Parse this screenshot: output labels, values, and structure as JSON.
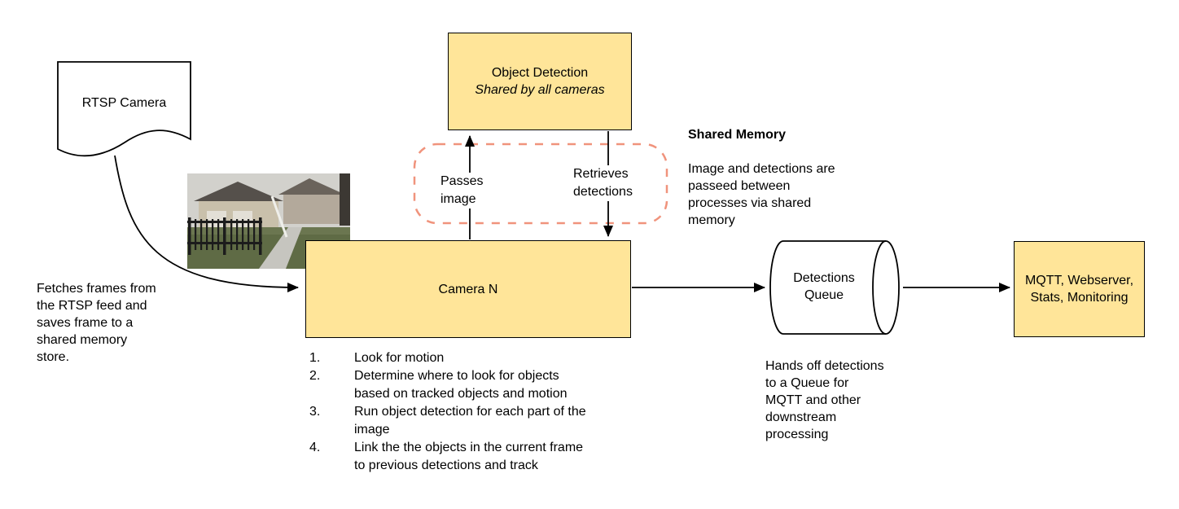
{
  "diagram": {
    "colors": {
      "node_fill": "#ffe599",
      "node_border": "#000000",
      "shared_memory_dash": "#f0937c"
    },
    "rtsp_camera": {
      "label": "RTSP Camera"
    },
    "object_detection": {
      "title": "Object Detection",
      "subtitle": "Shared by all cameras"
    },
    "camera_n": {
      "label": "Camera N"
    },
    "detections_queue": {
      "label": "Detections\nQueue"
    },
    "outputs": {
      "label": "MQTT, Webserver,\nStats, Monitoring"
    },
    "edges": {
      "passes_image": "Passes image",
      "retrieves_detections": "Retrieves detections"
    },
    "annotations": {
      "shared_memory_title": "Shared Memory",
      "shared_memory_body": "Image and detections are\npasseed between\nprocesses via shared\nmemory",
      "fetch_note": "Fetches frames from\nthe RTSP feed and\nsaves frame to a\nshared memory\nstore.",
      "handoff_note": "Hands off detections\nto a Queue for\nMQTT and other\ndownstream\nprocessing"
    },
    "camera_steps": [
      {
        "num": "1.",
        "text": "Look for motion"
      },
      {
        "num": "2.",
        "text": "Determine where to look for objects\nbased on tracked objects and motion"
      },
      {
        "num": "3.",
        "text": "Run object detection for each part of the\nimage"
      },
      {
        "num": "4.",
        "text": "Link the the objects in the current frame\nto previous detections and track"
      }
    ]
  }
}
